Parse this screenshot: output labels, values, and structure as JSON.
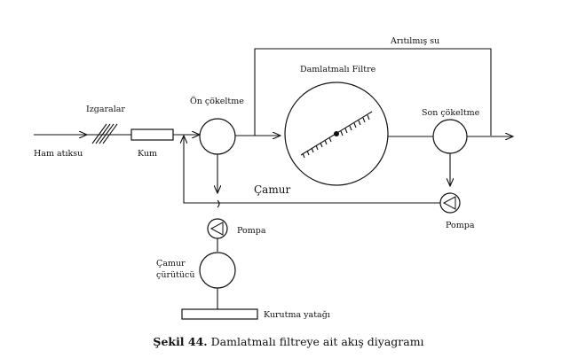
{
  "labels": {
    "raw": "Ham atıksu",
    "screens": "Izgaralar",
    "grit": "Kum",
    "primary": "Ön çökeltme",
    "filter": "Damlatmalı Filtre",
    "secondary": "Son çökeltme",
    "treated": "Arıtılmış su",
    "sludge": "Çamur",
    "pump_left": "Pompa",
    "pump_right": "Pompa",
    "digester_line1": "Çamur",
    "digester_line2": "çürütücü",
    "drying": "Kurutma yatağı"
  },
  "caption": {
    "number": "Şekil 44.",
    "text": "Damlatmalı filtreye ait akış diyagramı"
  }
}
